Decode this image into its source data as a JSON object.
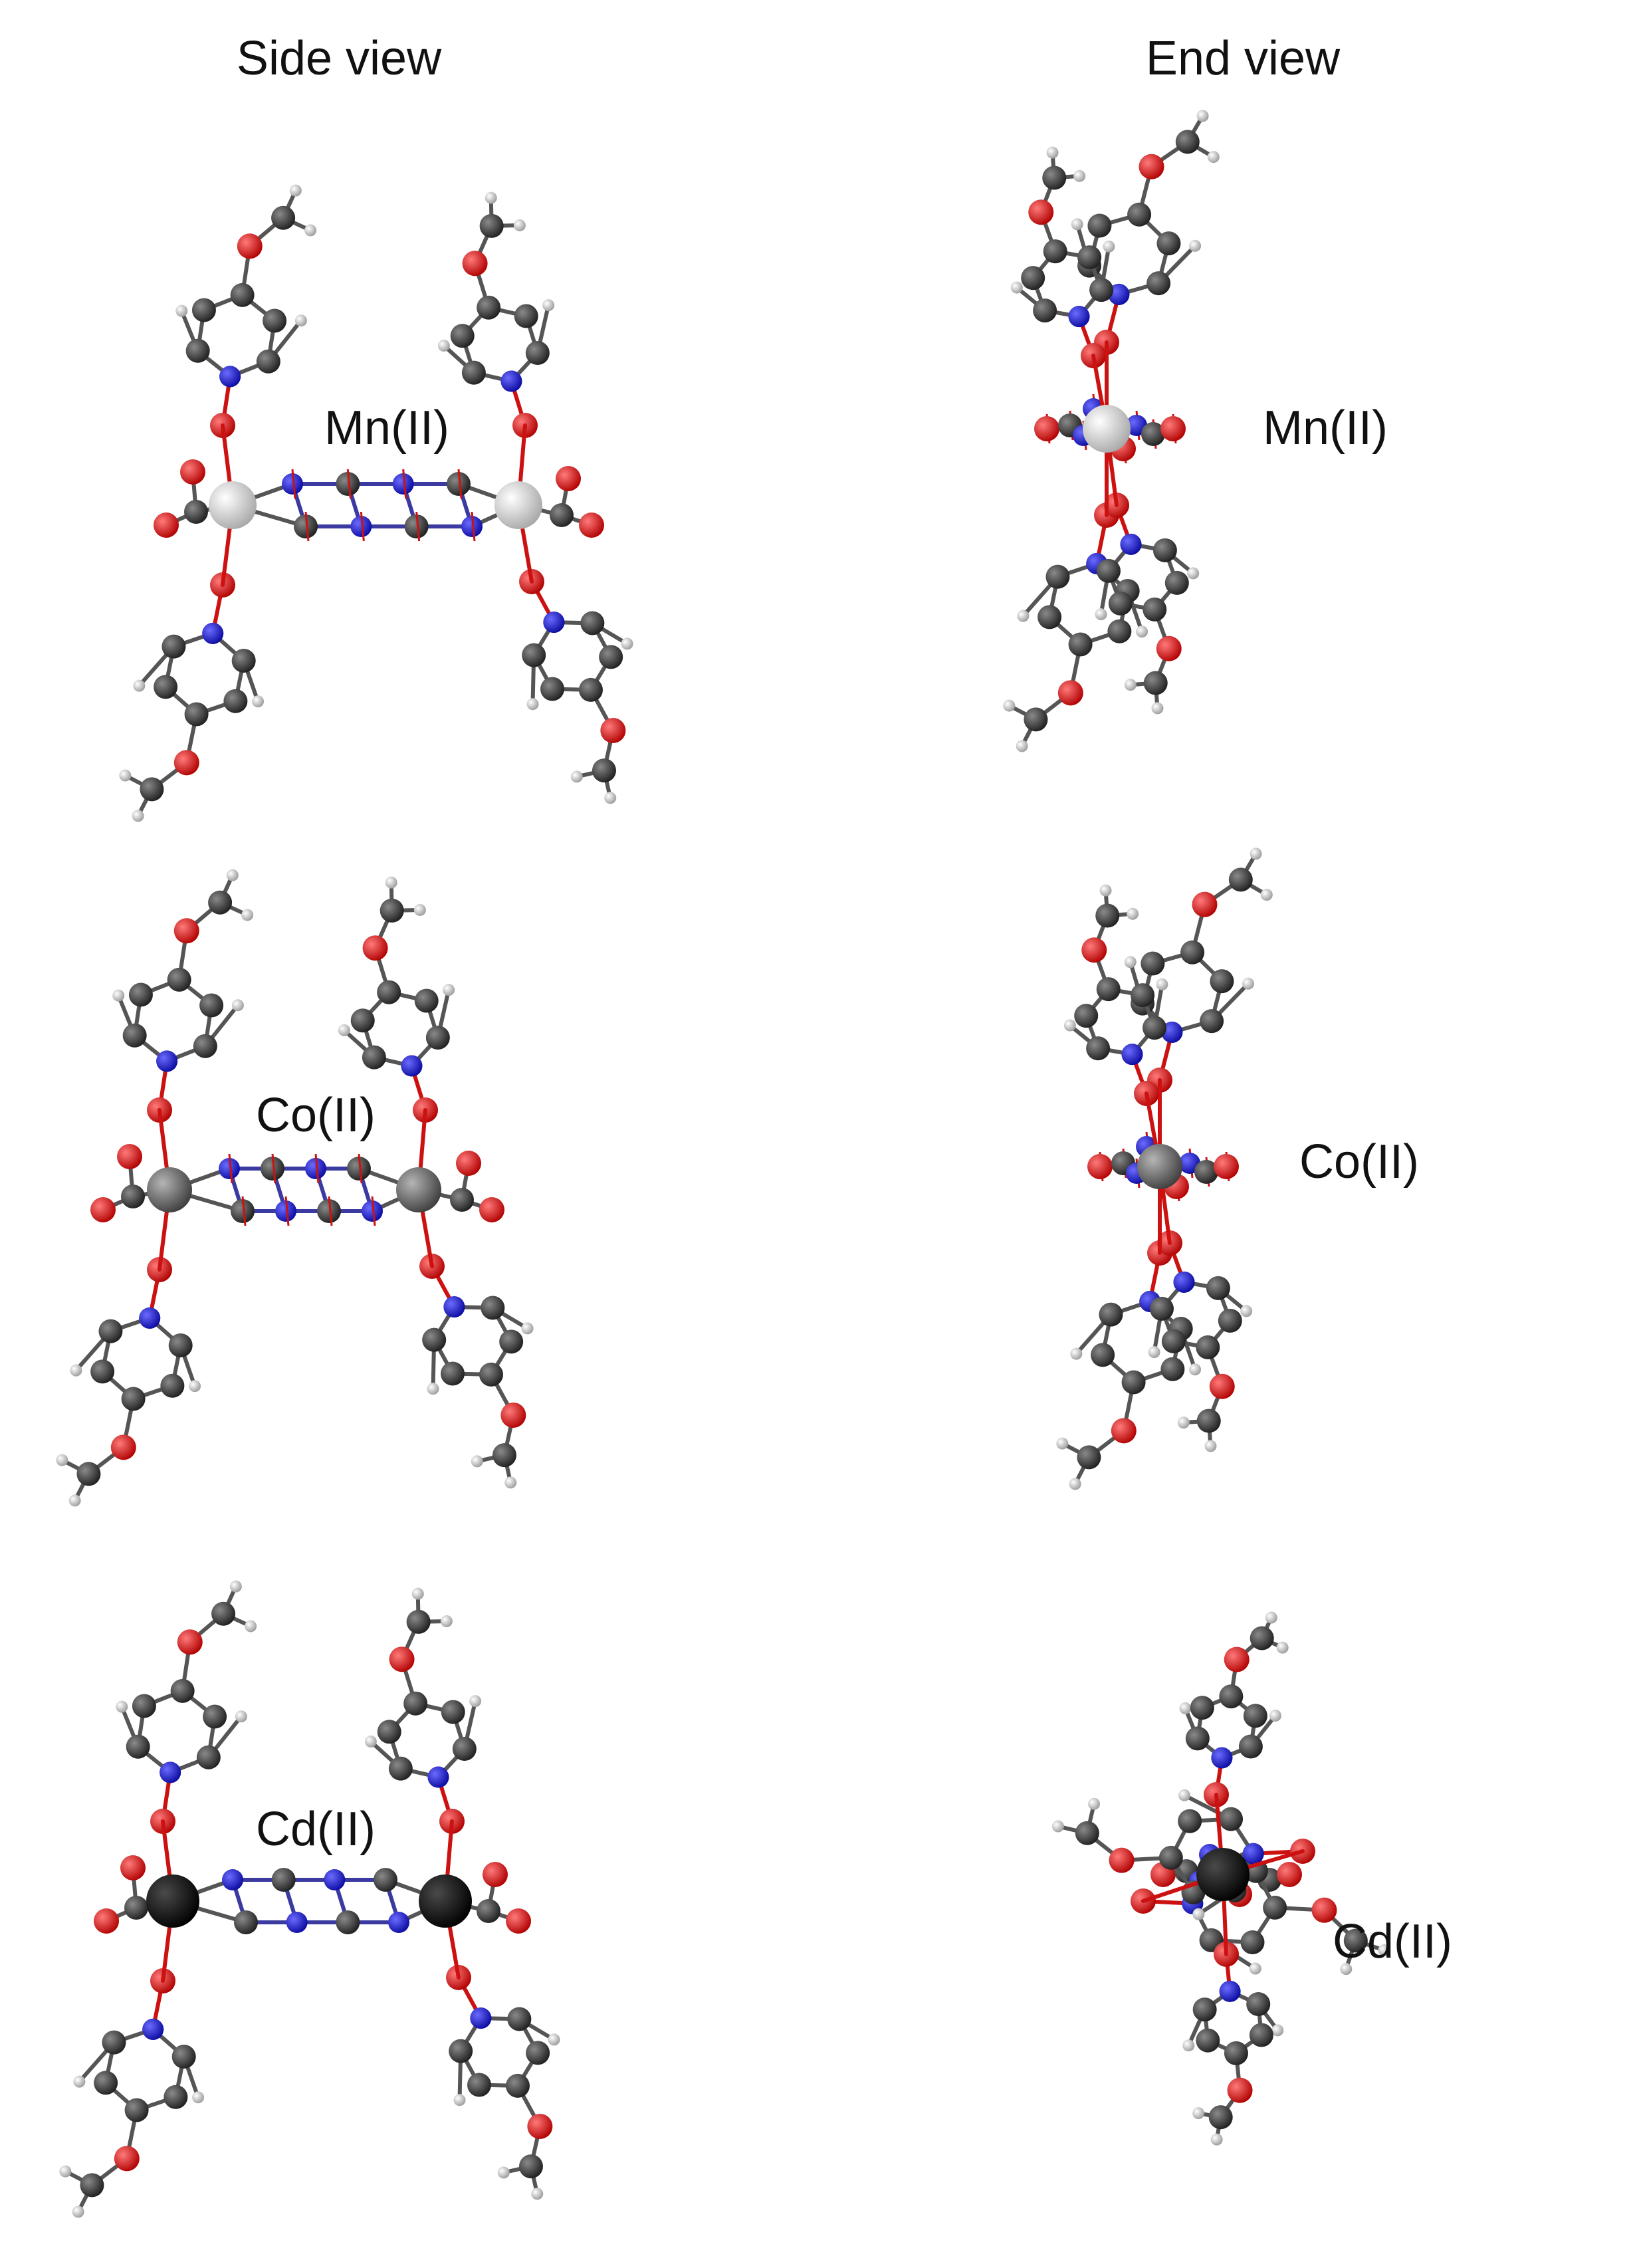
{
  "columns": {
    "side": "Side view",
    "end": "End view"
  },
  "rows": [
    {
      "id": "mn",
      "metal": "Mn(II)",
      "metal_color": "#cfcfcf"
    },
    {
      "id": "co",
      "metal": "Co(II)",
      "metal_color": "#6b6b6b"
    },
    {
      "id": "cd",
      "metal": "Cd(II)",
      "metal_color": "#050505"
    }
  ],
  "legend": {
    "carbon_color": "#333333",
    "nitrogen_color": "#1010c8",
    "oxygen_color": "#e00000",
    "hydrogen_color": "#d8d8d8"
  }
}
